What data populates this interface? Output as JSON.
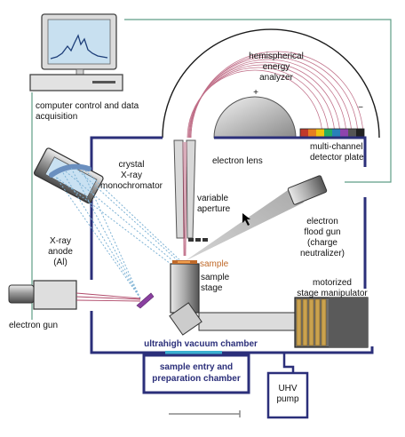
{
  "labels": {
    "computer": [
      "computer control and data",
      "acquisition"
    ],
    "analyzer": [
      "hemispherical",
      "energy",
      "analyzer"
    ],
    "plus": "+",
    "minus": "−",
    "detector": [
      "multi-channel",
      "detector plate"
    ],
    "monochromator": [
      "crystal",
      "X-ray",
      "monochromator"
    ],
    "lens": "electron lens",
    "aperture": [
      "variable",
      "aperture"
    ],
    "flood_gun": [
      "electron",
      "flood gun",
      "(charge",
      "neutralizer)"
    ],
    "anode": [
      "X-ray",
      "anode",
      "(Al)"
    ],
    "sample": "sample",
    "stage": [
      "sample",
      "stage"
    ],
    "manipulator": [
      "motorized",
      "stage manipulator"
    ],
    "electron_gun": "electron gun",
    "uhv_chamber": "ultrahigh vacuum chamber",
    "entry": [
      "sample entry and",
      "preparation chamber"
    ],
    "pump": [
      "UHV",
      "pump"
    ]
  },
  "colors": {
    "chamber": "#2b2f7a",
    "data_wire": "#5f9e86",
    "photoelectron": "#b04a6a",
    "xray": "#7fb3d5",
    "sample_label": "#c06a2a",
    "detector": [
      "#c0392b",
      "#e67e22",
      "#f1c40f",
      "#27ae60",
      "#2980b9",
      "#8e44ad",
      "#555555",
      "#222222"
    ]
  }
}
